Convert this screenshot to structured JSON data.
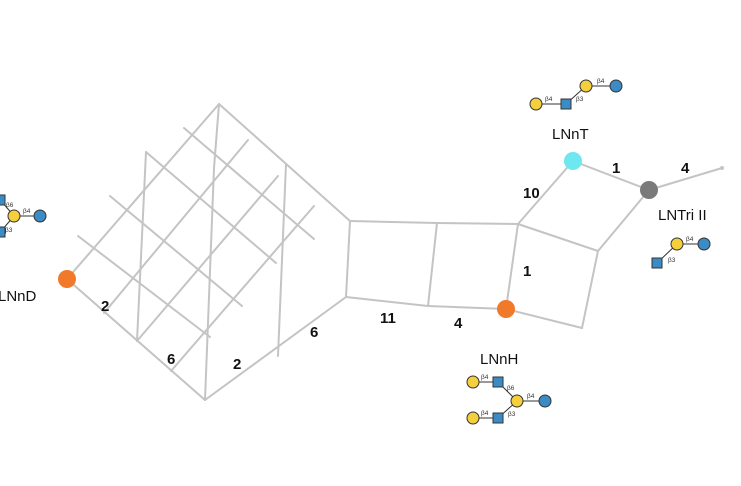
{
  "colors": {
    "edge": "#c4c4c4",
    "lnnd_node": "#f07a2a",
    "lnnh_node": "#f07a2a",
    "lnnt_node": "#6fe7f1",
    "lntri_node": "#7a7a7a",
    "galactose": "#f5cf3c",
    "glucose_glcnac": "#3b8cc4"
  },
  "nodes": {
    "lnnd": {
      "label": "LNnD"
    },
    "lnnh": {
      "label": "LNnH"
    },
    "lnnt": {
      "label": "LNnT"
    },
    "lntri": {
      "label": "LNTri II"
    }
  },
  "edge_labels": [
    "2",
    "6",
    "2",
    "6",
    "11",
    "4",
    "1",
    "10",
    "1",
    "4"
  ],
  "linkages": {
    "b4": "β4",
    "b3": "β3",
    "b6": "β6"
  }
}
